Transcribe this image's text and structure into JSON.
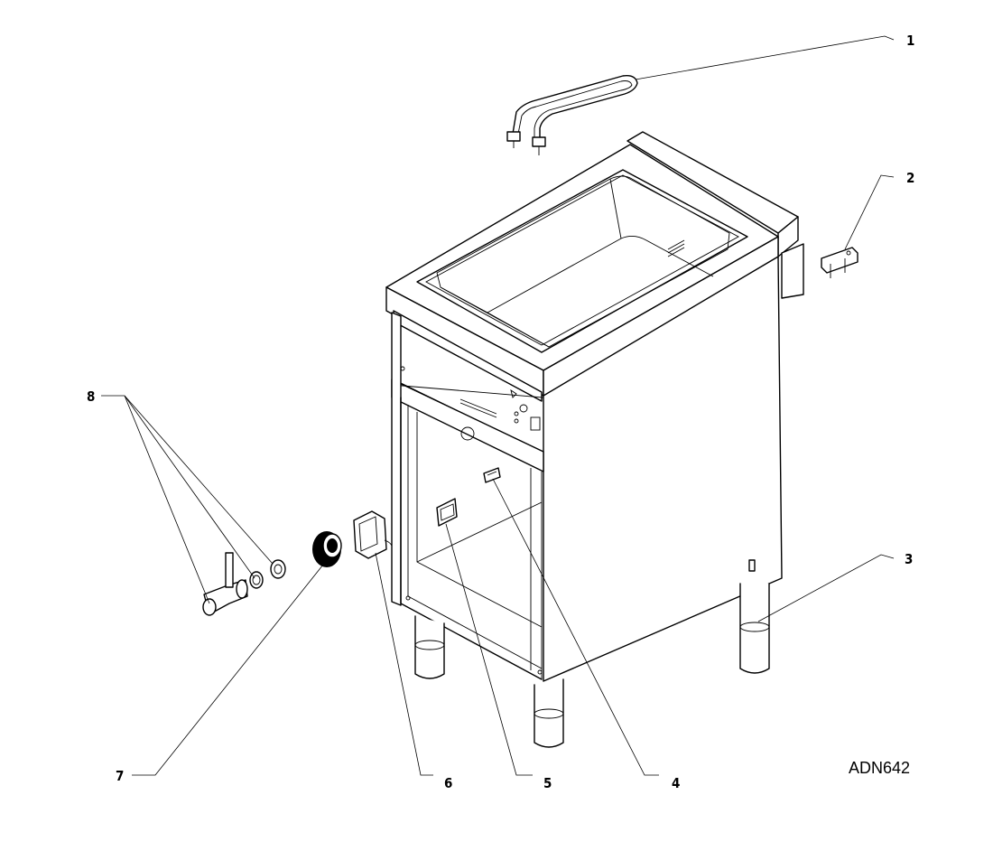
{
  "drawing": {
    "code": "ADN642",
    "callouts": [
      "1",
      "2",
      "3",
      "4",
      "5",
      "6",
      "7",
      "8"
    ]
  }
}
